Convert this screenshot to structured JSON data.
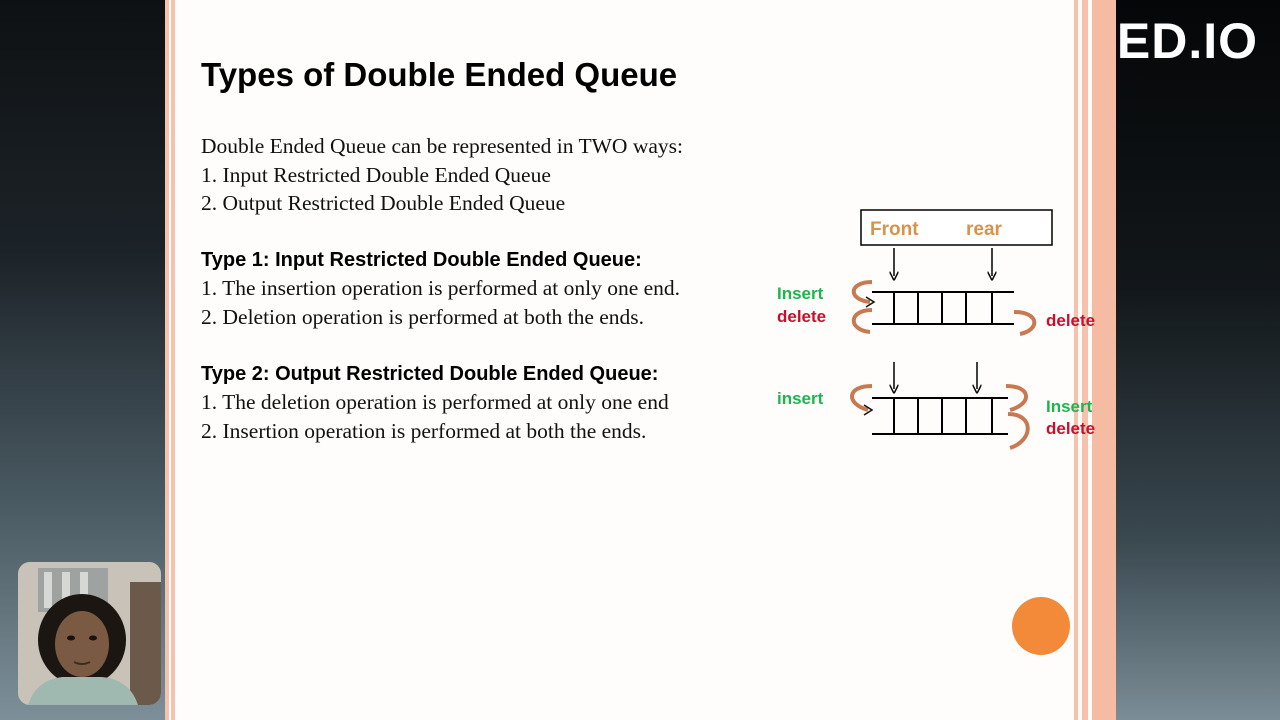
{
  "slide": {
    "title": "Types of Double Ended Queue",
    "intro": "Double Ended Queue can be represented in TWO ways:",
    "ways": [
      "1.  Input Restricted Double Ended Queue",
      "2. Output Restricted Double Ended Queue"
    ],
    "type1": {
      "heading": "Type 1: Input Restricted Double Ended Queue:",
      "points": [
        "1.   The insertion operation is performed at only one end.",
        "2. Deletion operation is performed at both the ends."
      ]
    },
    "type2": {
      "heading": "Type 2: Output Restricted Double Ended Queue:",
      "points": [
        "1.   The deletion operation is performed at only one end",
        "2. Insertion operation is performed at both the ends."
      ]
    }
  },
  "diagram": {
    "front_label": "Front",
    "rear_label": "rear",
    "queue1": {
      "left_insert": "Insert",
      "left_delete": "delete",
      "right_delete": "delete"
    },
    "queue2": {
      "left_insert": "insert",
      "right_insert": "Insert",
      "right_delete": "delete"
    },
    "colors": {
      "insert": "#1db54f",
      "delete": "#c8102e",
      "label": "#d9924a",
      "arrow": "#c77a52"
    }
  },
  "overlay": {
    "logo_text": "ED.IO"
  },
  "theme": {
    "stripe_salmon": "#f7c2ab",
    "accent_dot": "#f28a3a"
  }
}
